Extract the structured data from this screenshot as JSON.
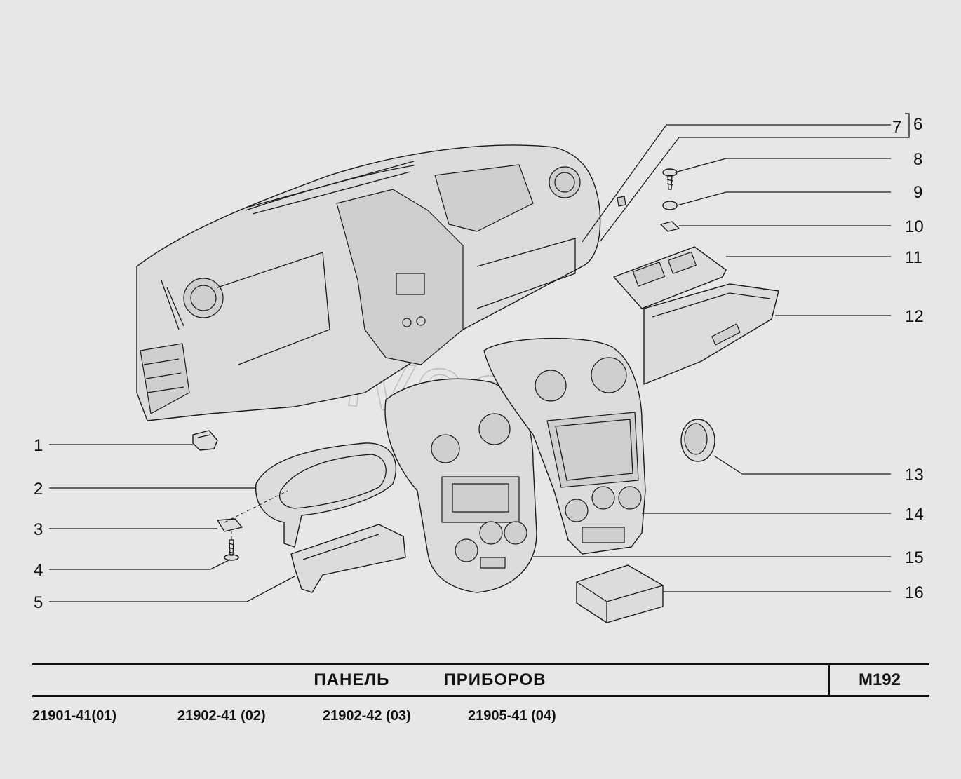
{
  "title": "ПАНЕЛЬ   ПРИБОРОВ",
  "code": "М192",
  "models": [
    "21901-41(01)",
    "21902-41 (02)",
    "21902-42 (03)",
    "21905-41 (04)"
  ],
  "watermark": "driveavto",
  "callouts_left": [
    "1",
    "2",
    "3",
    "4",
    "5"
  ],
  "callouts_right": [
    "6",
    "7",
    "8",
    "9",
    "10",
    "11",
    "12",
    "13",
    "14",
    "15",
    "16"
  ]
}
